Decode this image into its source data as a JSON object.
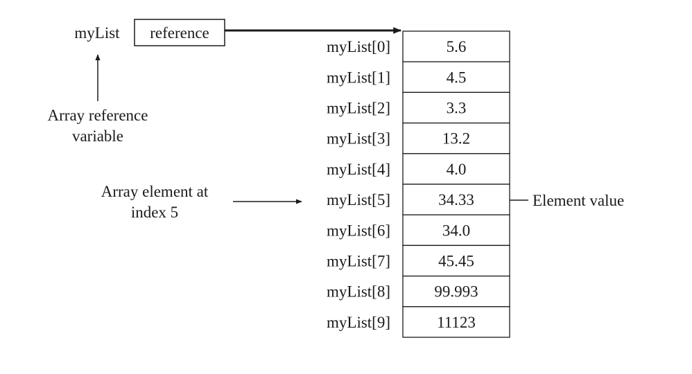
{
  "variable": {
    "name": "myList",
    "box_label": "reference"
  },
  "annotations": {
    "reference_variable": [
      "Array reference",
      "variable"
    ],
    "element_at_index": [
      "Array element at",
      "index 5"
    ],
    "element_value": "Element value"
  },
  "array": {
    "elements": [
      {
        "index_label": "myList[0]",
        "value": "5.6"
      },
      {
        "index_label": "myList[1]",
        "value": "4.5"
      },
      {
        "index_label": "myList[2]",
        "value": "3.3"
      },
      {
        "index_label": "myList[3]",
        "value": "13.2"
      },
      {
        "index_label": "myList[4]",
        "value": "4.0"
      },
      {
        "index_label": "myList[5]",
        "value": "34.33"
      },
      {
        "index_label": "myList[6]",
        "value": "34.0"
      },
      {
        "index_label": "myList[7]",
        "value": "45.45"
      },
      {
        "index_label": "myList[8]",
        "value": "99.993"
      },
      {
        "index_label": "myList[9]",
        "value": "11123"
      }
    ],
    "highlighted_index": 5
  },
  "colors": {
    "ink": "#1a1a1a",
    "background": "#ffffff"
  }
}
